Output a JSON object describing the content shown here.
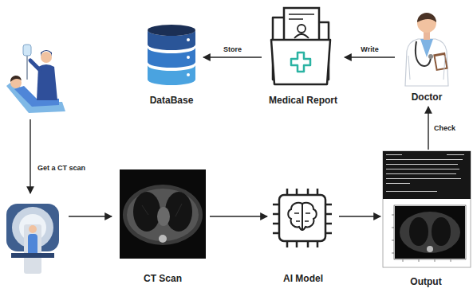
{
  "diagram": {
    "nodes": [
      {
        "text": [
          "DataBase"
        ]
      },
      {
        "text": [
          "Medical Report"
        ]
      },
      {
        "text": [
          "Doctor"
        ]
      },
      {
        "text": [
          "CT Scan"
        ]
      },
      {
        "text": [
          "AI Model"
        ]
      },
      {
        "text": [
          "Output"
        ]
      }
    ],
    "edges": [
      {
        "from": 2,
        "to": 1,
        "label": "Write",
        "arrow": "to"
      },
      {
        "from": 1,
        "to": 0,
        "label": "Store",
        "arrow": "to"
      },
      {
        "from": 3,
        "to": 4,
        "arrow": "to"
      },
      {
        "from": 4,
        "to": 5,
        "arrow": "to"
      },
      {
        "from": 5,
        "to": 2,
        "label": "Check",
        "arrow": "to"
      }
    ],
    "labels": [
      "Get a CT scan"
    ]
  }
}
